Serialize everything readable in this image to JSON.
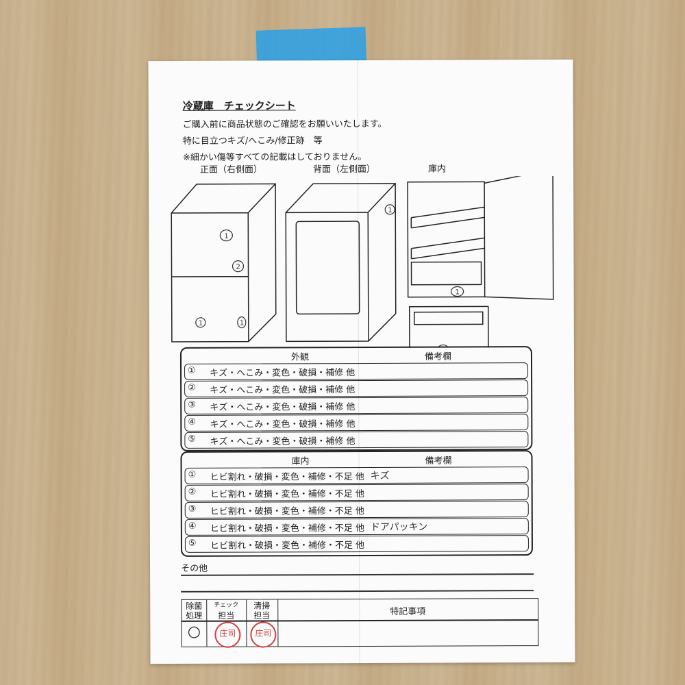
{
  "header": {
    "title": "冷蔵庫　チェックシート",
    "notes": [
      "ご購入前に商品状態のご確認をお願いいたします。",
      "特に目立つキズ/へこみ/修正跡　等",
      "※細かい傷等すべての記載はしておりません。"
    ]
  },
  "views": {
    "front": "正面（右側面）",
    "back": "背面（左側面）",
    "inside": "庫内"
  },
  "diagram_marks": {
    "front": [
      "1",
      "2",
      "1",
      "1"
    ],
    "back": [
      "1"
    ],
    "inside": [
      "1",
      "1"
    ]
  },
  "exterior": {
    "heading": "外観",
    "remarks_heading": "備考欄",
    "rows": [
      {
        "num": "①",
        "text": "キズ・へこみ・変色・破損・補修 他",
        "handwriting": ""
      },
      {
        "num": "②",
        "text": "キズ・へこみ・変色・破損・補修 他",
        "handwriting": ""
      },
      {
        "num": "③",
        "text": "キズ・へこみ・変色・破損・補修 他",
        "handwriting": ""
      },
      {
        "num": "④",
        "text": "キズ・へこみ・変色・破損・補修 他",
        "handwriting": ""
      },
      {
        "num": "⑤",
        "text": "キズ・へこみ・変色・破損・補修 他",
        "handwriting": ""
      }
    ]
  },
  "interior": {
    "heading": "庫内",
    "remarks_heading": "備考欄",
    "rows": [
      {
        "num": "①",
        "text": "ヒビ割れ・破損・変色・補修・不足 他",
        "handwriting": "キズ"
      },
      {
        "num": "②",
        "text": "ヒビ割れ・破損・変色・補修・不足 他",
        "handwriting": ""
      },
      {
        "num": "③",
        "text": "ヒビ割れ・破損・変色・補修・不足 他",
        "handwriting": ""
      },
      {
        "num": "④",
        "text": "ヒビ割れ・破損・変色・補修・不足 他",
        "handwriting": "ドアパッキン"
      },
      {
        "num": "⑤",
        "text": "ヒビ割れ・破損・変色・補修・不足 他",
        "handwriting": ""
      }
    ]
  },
  "other": {
    "label": "その他"
  },
  "footer_table": {
    "sterilize": "除菌\n処理",
    "check_label_small": "チェック",
    "check": "担当",
    "clean_label": "清掃",
    "clean": "担当",
    "special": "特記事項",
    "sterilize_mark": "○",
    "stamp1": "庄司",
    "stamp2": "庄司"
  },
  "colors": {
    "tape": "#28a0e6",
    "stamp": "#d04040",
    "paper": "#fbfbfb"
  }
}
